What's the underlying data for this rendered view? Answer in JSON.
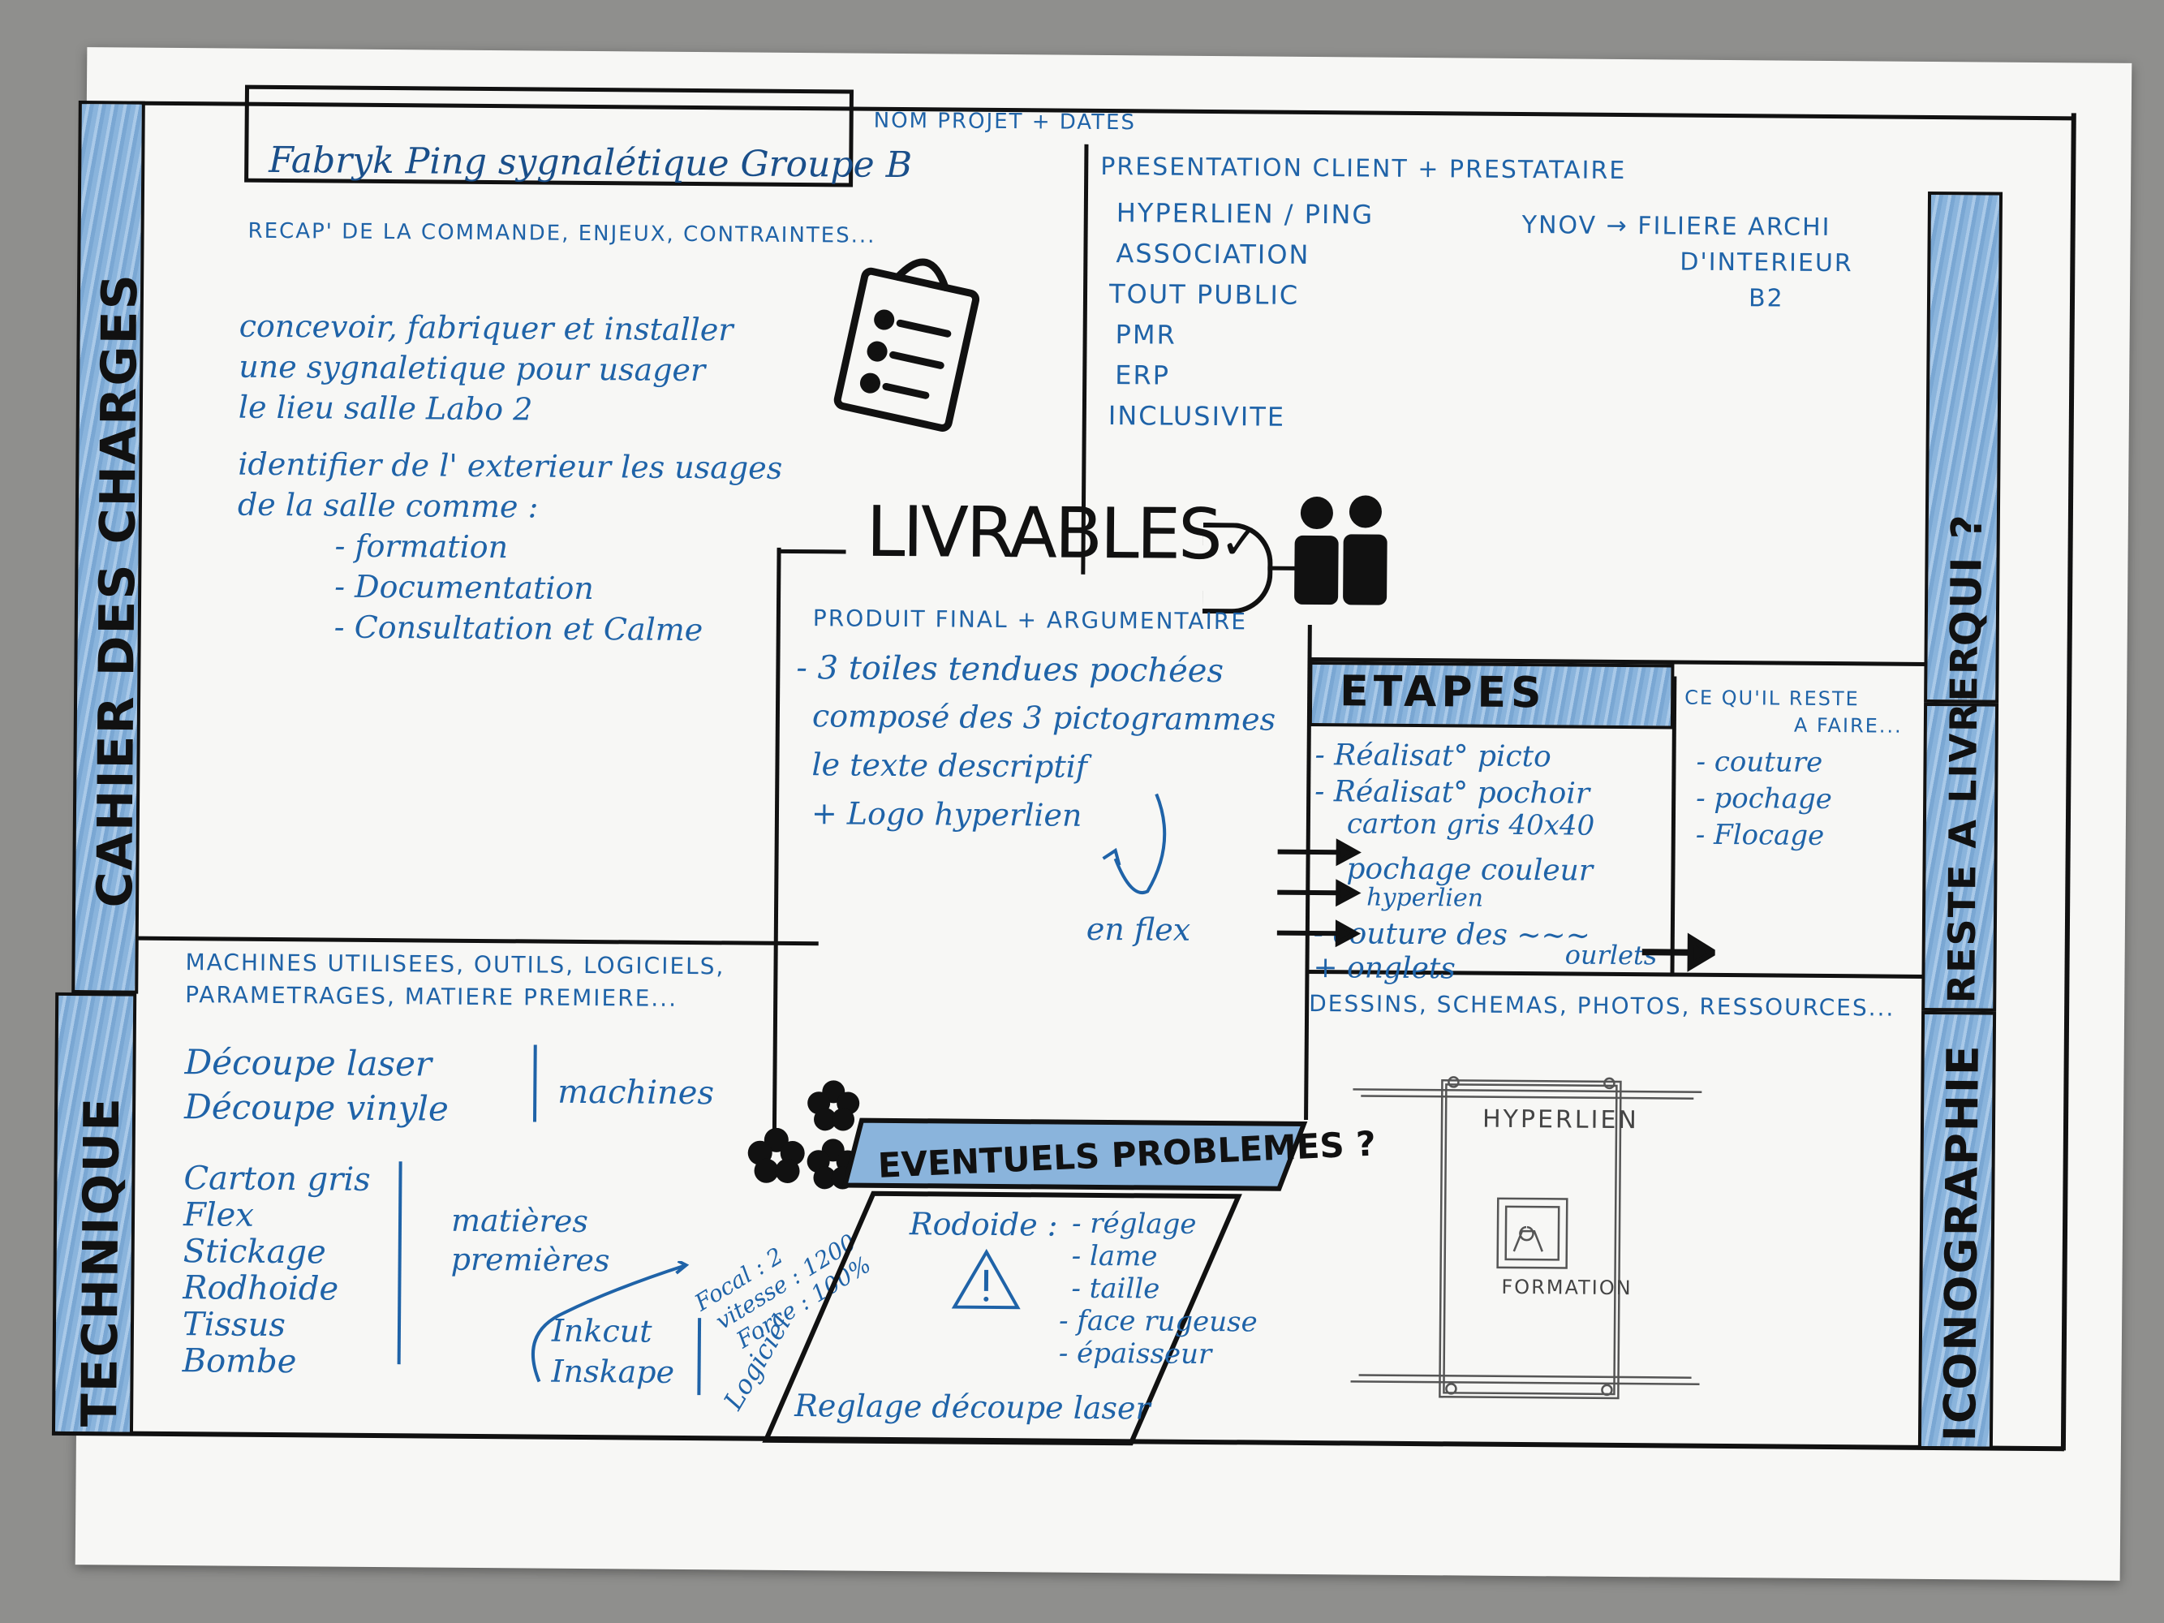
{
  "sidebars": {
    "cahier": "CAHIER DES CHARGES",
    "technique": "TECHNIQUE",
    "qui": "QUI ?",
    "reste": "RESTE A LIVRER",
    "iconographie": "ICONOGRAPHIE"
  },
  "header": {
    "nom_projet_label": "NOM PROJET + DATES",
    "title": "Fabryk Ping sygnalétique Groupe B",
    "recap_label": "RECAP' DE LA COMMANDE, ENJEUX, CONTRAINTES..."
  },
  "cahier_text": {
    "line1": "concevoir, fabriquer et installer",
    "line2": "une sygnaletique pour usager",
    "line3": "le lieu salle Labo 2",
    "line4": "identifier de l' exterieur les usages",
    "line5": "de la salle comme :",
    "items": [
      "- formation",
      "- Documentation",
      "- Consultation et Calme"
    ]
  },
  "client": {
    "label": "PRESENTATION CLIENT + PRESTATAIRE",
    "items": [
      "HYPERLIEN / PING",
      "ASSOCIATION",
      "TOUT PUBLIC",
      "PMR",
      "ERP",
      "INCLUSIVITE"
    ],
    "ynov1": "YNOV → FILIERE ARCHI",
    "ynov2": "D'INTERIEUR",
    "ynov3": "B2"
  },
  "livrables": {
    "title": "LIVRABLES",
    "check": "✓",
    "subtitle": "PRODUIT FINAL + ARGUMENTAIRE",
    "lines": [
      "- 3 toiles tendues pochées",
      "composé des 3 pictogrammes",
      "le texte descriptif",
      "+ Logo hyperlien"
    ],
    "flex": "en flex"
  },
  "etapes": {
    "title": "ETAPES",
    "items": [
      "- Réalisat° picto",
      "- Réalisat° pochoir",
      "carton gris 40x40",
      "pochage couleur",
      "hyperlien",
      "- couture des ~~~",
      "+ onglets",
      "ourlets"
    ]
  },
  "reste_a_faire": {
    "label1": "CE QU'IL RESTE",
    "label2": "A FAIRE...",
    "items": [
      "- couture",
      "- pochage",
      "- Flocage"
    ]
  },
  "technique": {
    "label1": "MACHINES UTILISEES, OUTILS, LOGICIELS,",
    "label2": "PARAMETRAGES, MATIERE PREMIERE...",
    "machines": [
      "Découpe laser",
      "Découpe vinyle"
    ],
    "machines_label": "machines",
    "materials": [
      "Carton gris",
      "Flex",
      "Stickage",
      "Rodhoide",
      "Tissus",
      "Bombe"
    ],
    "materials_label1": "matières",
    "materials_label2": "premières",
    "settings": [
      "Focal : 2",
      "vitesse : 1200",
      "Force : 100%"
    ],
    "software": [
      "Inkcut",
      "Inskape"
    ],
    "software_label": "Logiciel"
  },
  "problemes": {
    "title": "EVENTUELS PROBLEMES ?",
    "rodoide": "Rodoide :",
    "items": [
      "- réglage",
      "- lame",
      "- taille",
      "- face rugeuse",
      "- épaisseur"
    ],
    "footer": "Reglage découpe laser"
  },
  "iconographie": {
    "label": "DESSINS, SCHEMAS, PHOTOS, RESSOURCES...",
    "sketch_title": "HYPERLIEN",
    "sketch_caption": "FORMATION"
  },
  "colors": {
    "ink_blue": "#1f63a8",
    "bar_blue": "#8ab4dc",
    "ink_black": "#111111",
    "paper": "#f7f7f5"
  }
}
